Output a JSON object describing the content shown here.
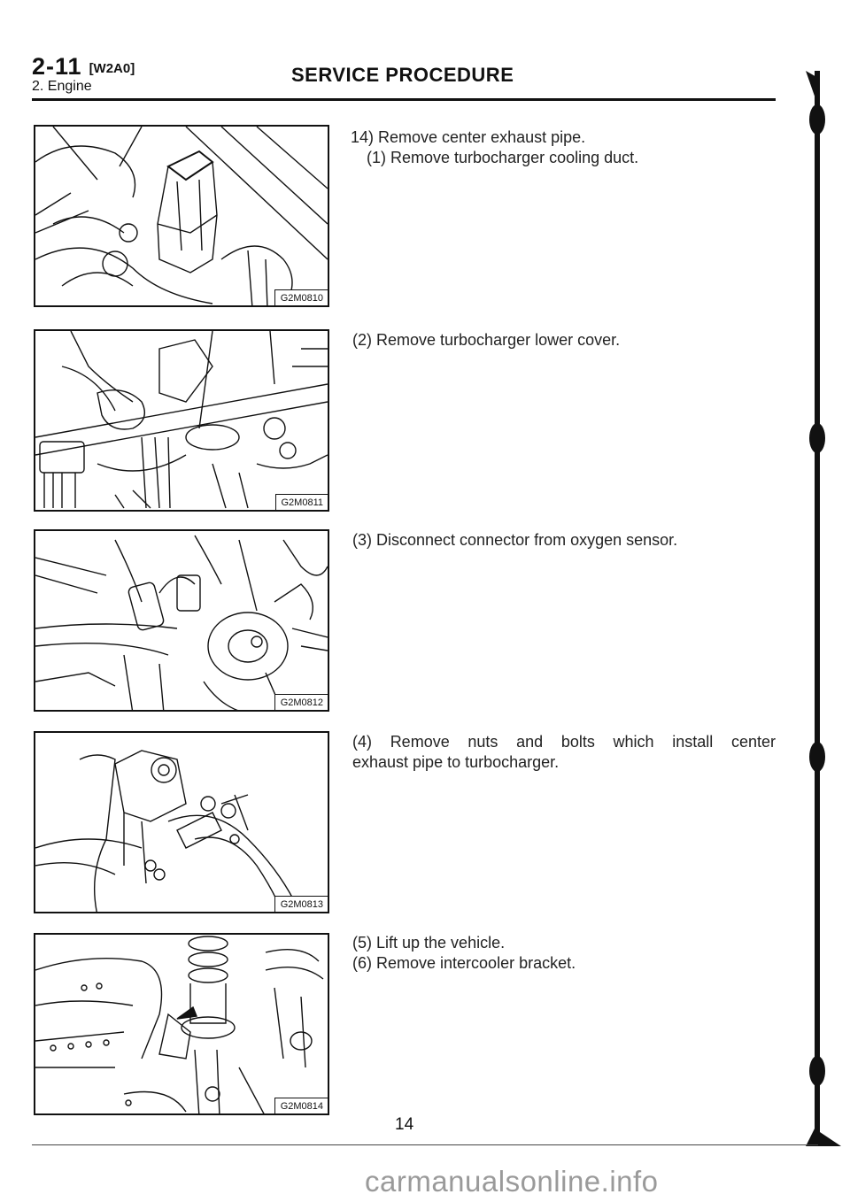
{
  "header": {
    "page_code": "2-11",
    "page_ref": "[W2A0]",
    "section": "2. Engine",
    "title": "SERVICE PROCEDURE"
  },
  "figures": [
    {
      "code": "G2M0810"
    },
    {
      "code": "G2M0811"
    },
    {
      "code": "G2M0812"
    },
    {
      "code": "G2M0813"
    },
    {
      "code": "G2M0814"
    }
  ],
  "steps": {
    "s14": "14) Remove center exhaust pipe.",
    "s1": "(1) Remove turbocharger cooling duct.",
    "s2": "(2) Remove turbocharger lower cover.",
    "s3": "(3) Disconnect connector from oxygen sensor.",
    "s4_line1": "(4) Remove nuts and bolts which install center",
    "s4_line2": "exhaust pipe to turbocharger.",
    "s5": "(5) Lift up the vehicle.",
    "s6": "(6) Remove intercooler bracket."
  },
  "footer": {
    "page_number": "14",
    "watermark": "carmanualsonline.info"
  }
}
